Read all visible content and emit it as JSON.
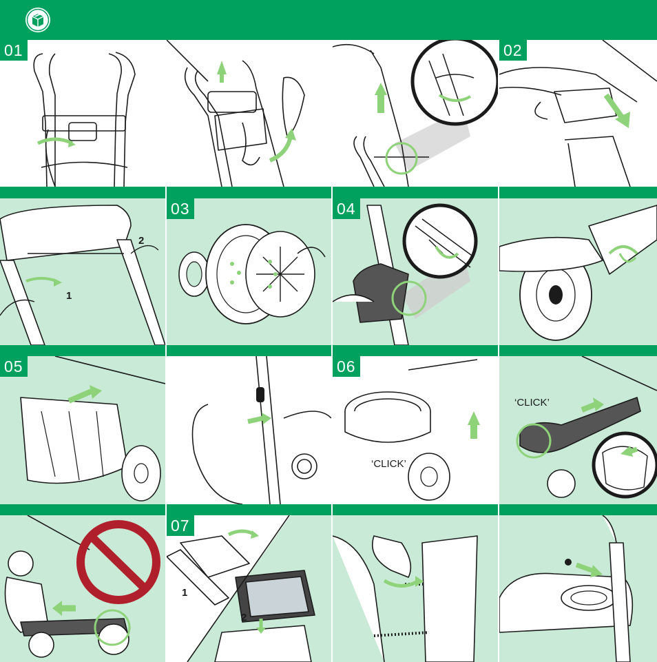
{
  "header": {
    "icon": "box-icon"
  },
  "colors": {
    "brand_green": "#00a15f",
    "light_green": "#c9ead6",
    "arrow_green": "#8ed27a",
    "warning_red": "#b0202c",
    "line": "#1b1b1b"
  },
  "steps": {
    "s01": "01",
    "s02": "02",
    "s03": "03",
    "s04": "04",
    "s05": "05",
    "s06": "06",
    "s07": "07"
  },
  "labels": {
    "click_1": "‘CLICK’",
    "click_2": "‘CLICK’",
    "num_1a": "1",
    "num_2a": "2",
    "num_1b": "1",
    "num_2b": "2"
  }
}
